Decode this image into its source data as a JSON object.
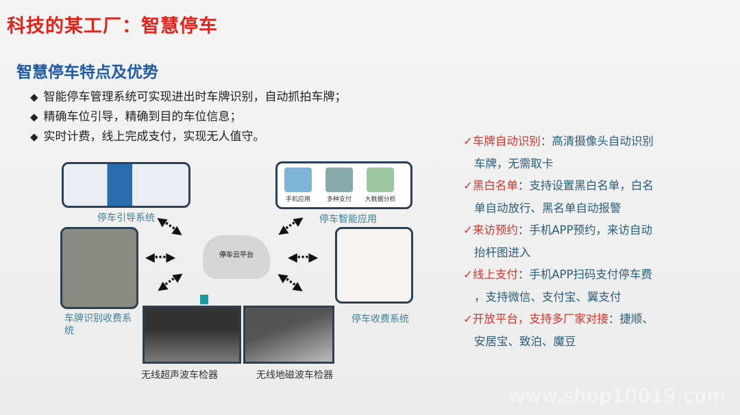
{
  "title": "科技的某工厂：智慧停车",
  "subtitle": "智慧停车特点及优势",
  "bullets": [
    "智能停车管理系统可实现进出时车牌识别，自动抓拍车牌；",
    "精确车位引导，精确到目的车位信息；",
    "实时计费，线上完成支付，实现无人值守。"
  ],
  "diagram": {
    "center": "停车云平台",
    "guidance": "停车引导系统",
    "smart_apps": "停车智能应用",
    "smart_app_items": [
      "手机应用",
      "多种支付",
      "大数据分析"
    ],
    "plate_recognition_line1": "车牌识别收费系",
    "plate_recognition_line2": "统",
    "toll_system": "停车收费系统",
    "ultrasonic": "无线超声波车检器",
    "geomagnetic": "无线地磁波车检器"
  },
  "features": [
    {
      "head": "车牌自动识别",
      "body": "：高清摄像头自动识别",
      "cont": "车牌，无需取卡"
    },
    {
      "head": "黑白名单",
      "body": "：支持设置黑白名单，白名",
      "cont": "单自动放行、黑名单自动报警"
    },
    {
      "head": "来访预约",
      "body": "：手机APP预约，来访自动",
      "cont": "抬杆图进入"
    },
    {
      "head": "线上支付",
      "body": "：手机APP扫码支付停车费",
      "cont": "，支持微信、支付宝、翼支付"
    },
    {
      "head": "开放平台，支持多厂家对接",
      "body": "：捷顺、",
      "cont": "安居宝、致泊、魔豆"
    }
  ],
  "watermark": "www.shop10019.com",
  "colors": {
    "title": "#e2231a",
    "subtitle": "#1f5aa6",
    "feature_text": "#2a5d7a"
  }
}
